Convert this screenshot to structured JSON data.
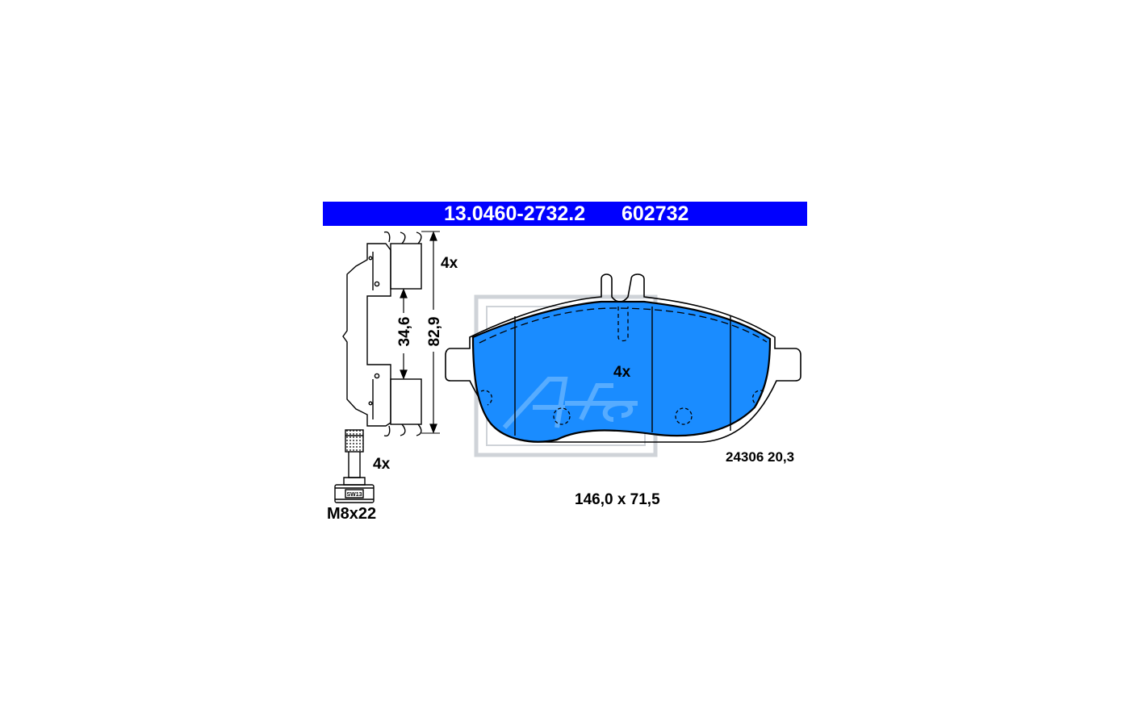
{
  "header": {
    "part_number": "13.0460-2732.2",
    "ref_number": "602732",
    "background": "#0000ff",
    "text_color": "#ffffff"
  },
  "clip_assembly": {
    "quantity": "4x",
    "dim_inner": "34,6",
    "dim_outer": "82,9"
  },
  "bolt": {
    "quantity": "4x",
    "size": "M8x22",
    "wrench_label": "SW13"
  },
  "pad": {
    "quantity": "4x",
    "code": "24306 20,3",
    "dimensions": "146,0 x 71,5",
    "fill_color": "#1a8cff",
    "logo_icon": "ate-logo-watermark-icon"
  }
}
